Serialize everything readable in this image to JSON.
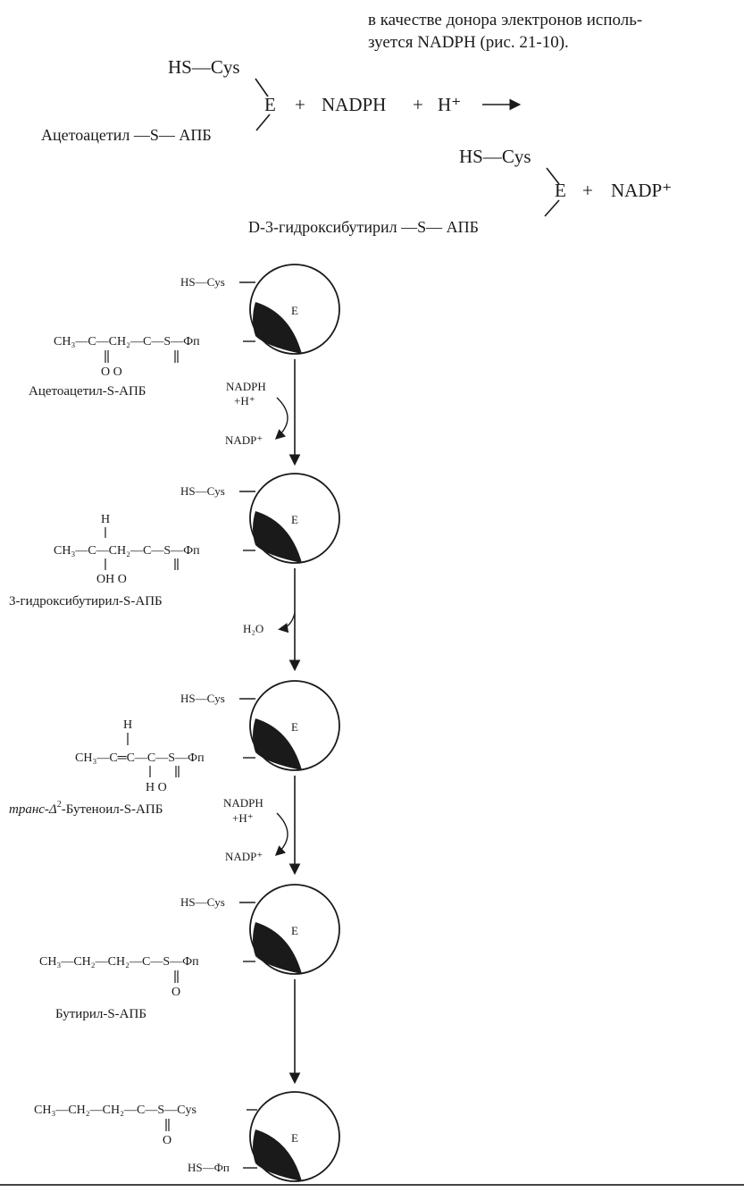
{
  "text": {
    "line1": "в качестве донора электронов исполь-",
    "line2": "зуется NADPH (рис. 21-10)."
  },
  "equation": {
    "hs_cys": "HS—Cys",
    "enzyme": "E",
    "plus": "+",
    "nadph": "NADPH",
    "h_plus": "H⁺",
    "arrow": "⟶",
    "left_substrate": "Ацетоацетил —S— АПБ",
    "right_substrate": "D-3-гидроксибутирил —S— АПБ",
    "nadp": "NADP⁺"
  },
  "steps": [
    {
      "hs": "HS—Cys",
      "enzyme": "E",
      "chain": "CH₃—C—CH₂—C—S—Фп",
      "below": "O          O",
      "name": "Ацетоацетил-S-АПБ"
    },
    {
      "hs": "HS—Cys",
      "enzyme": "E",
      "above": "H",
      "chain": "CH₃—C—CH₂—C—S—Фп",
      "below": "OH       O",
      "name": "3-гидроксибутирил-S-АПБ"
    },
    {
      "hs": "HS—Cys",
      "enzyme": "E",
      "above": "H",
      "chain": "CH₃—C═C—C—S—Фп",
      "below": "H    O",
      "name_prefix": "транс-Δ",
      "name_sup": "2",
      "name_rest": "-Бутеноил-S-АПБ"
    },
    {
      "hs": "HS—Cys",
      "enzyme": "E",
      "chain": "CH₃—CH₂—CH₂—C—S—Фп",
      "below": "O",
      "name": "Бутирил-S-АПБ"
    },
    {
      "chain": "CH₃—CH₂—CH₂—C—S—Cys",
      "below": "O",
      "enzyme": "E",
      "hs": "HS—Фп"
    }
  ],
  "transitions": [
    {
      "in": "NADPH",
      "in2": "+H⁺",
      "out": "NADP⁺"
    },
    {
      "out": "H₂O"
    },
    {
      "in": "NADPH",
      "in2": "+H⁺",
      "out": "NADP⁺"
    },
    {}
  ]
}
